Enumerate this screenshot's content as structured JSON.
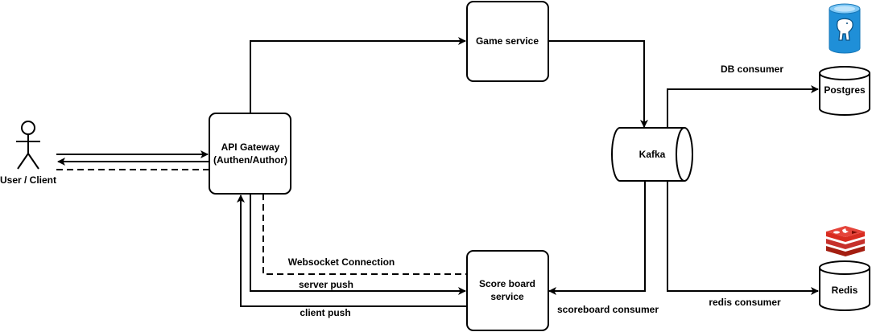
{
  "nodes": {
    "user": {
      "label": "User / Client"
    },
    "gateway": {
      "label_line1": "API Gateway",
      "label_line2": "(Authen/Author)"
    },
    "game": {
      "label": "Game service"
    },
    "kafka": {
      "label": "Kafka"
    },
    "scoreboard": {
      "label_line1": "Score board",
      "label_line2": "service"
    },
    "postgres": {
      "label": "Postgres"
    },
    "redis": {
      "label": "Redis"
    }
  },
  "edges": {
    "db_consumer": "DB consumer",
    "redis_consumer": "redis consumer",
    "scoreboard_consumer": "scoreboard consumer",
    "websocket": "Websocket Connection",
    "server_push": "server push",
    "client_push": "client push"
  },
  "icons": {
    "postgres_logo": "azure-postgresql-icon",
    "redis_logo": "redis-icon"
  },
  "colors": {
    "stroke": "#000000",
    "postgres_blue": "#1f8fd8",
    "redis_red": "#c6302b"
  }
}
